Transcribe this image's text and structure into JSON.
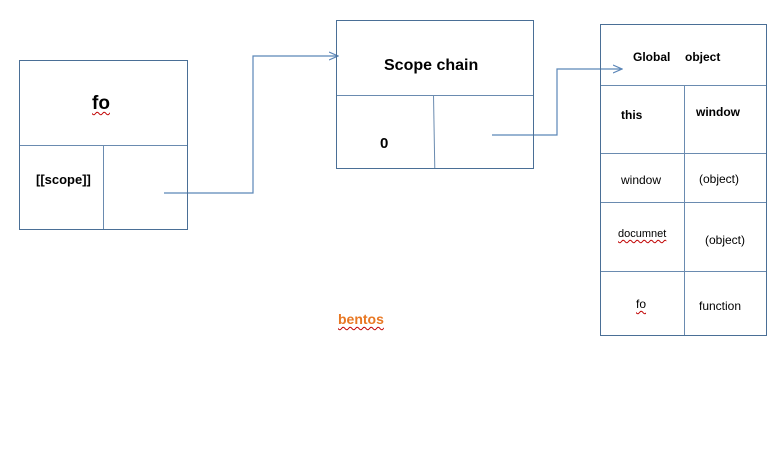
{
  "fo_box": {
    "title": "fo",
    "scope_label": "[[scope]]"
  },
  "scope_chain_box": {
    "title": "Scope chain",
    "index_label": "0"
  },
  "global_object_box": {
    "title_left": "Global",
    "title_right": "object",
    "rows": [
      {
        "key": "this",
        "value": "window"
      },
      {
        "key": "window",
        "value": "(object)"
      },
      {
        "key": "documnet",
        "value": "(object)"
      },
      {
        "key": "fo",
        "value": "function"
      }
    ]
  },
  "watermark": "bentos",
  "colors": {
    "border": "#4a6f96",
    "arrow": "#5b86b8",
    "watermark": "#e87722",
    "spellcheck": "#c00000"
  }
}
